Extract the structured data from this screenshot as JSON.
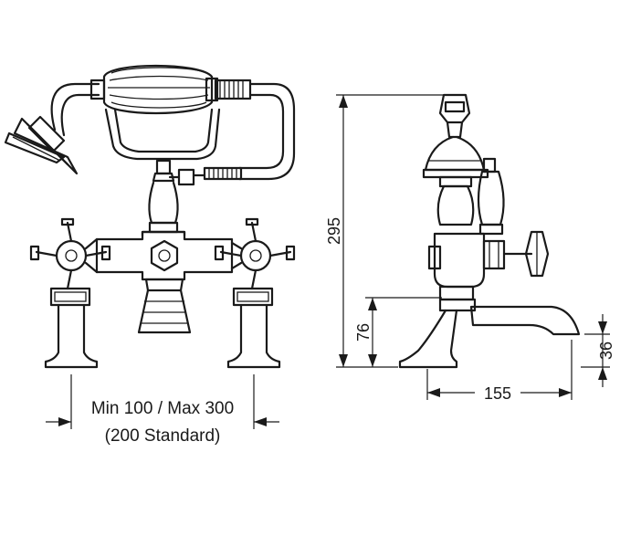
{
  "front_view": {
    "spacing_label": "Min 100 / Max 300",
    "standard_label": "(200 Standard)"
  },
  "side_view": {
    "height_overall": "295",
    "height_spout": "76",
    "height_outlet": "36",
    "reach": "155"
  }
}
